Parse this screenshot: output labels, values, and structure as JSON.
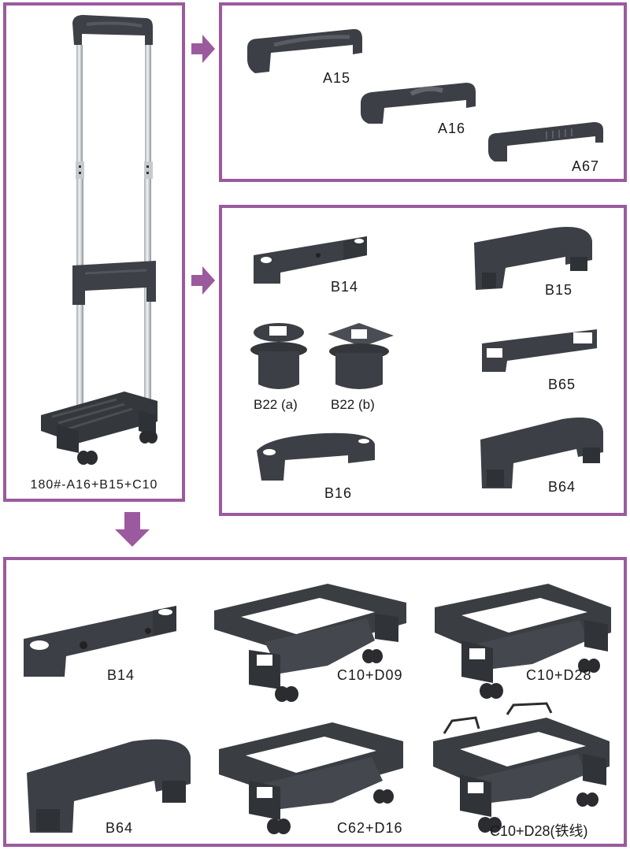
{
  "colors": {
    "frame": "#9b5a9e",
    "part_dark": "#3a3d42",
    "part_mid": "#4a4e54",
    "part_light": "#6a6e75",
    "tube_light": "#e4e6e9",
    "tube_dark": "#9aa0a6"
  },
  "trolley": {
    "label": "180#-A16+B15+C10"
  },
  "handles": [
    {
      "code": "A15"
    },
    {
      "code": "A16"
    },
    {
      "code": "A67"
    }
  ],
  "parts_b": [
    {
      "code": "B14"
    },
    {
      "code": "B15"
    },
    {
      "code": "B22 (a)"
    },
    {
      "code": "B22 (b)"
    },
    {
      "code": "B65"
    },
    {
      "code": "B16"
    },
    {
      "code": "B64"
    }
  ],
  "bases": [
    {
      "code": "B14"
    },
    {
      "code": "C10+D09"
    },
    {
      "code": "C10+D28"
    },
    {
      "code": "B64"
    },
    {
      "code": "C62+D16"
    },
    {
      "code": "C10+D28(铁线)"
    }
  ],
  "icons": [
    "arrow-right-icon",
    "arrow-right-icon",
    "arrow-down-icon"
  ]
}
